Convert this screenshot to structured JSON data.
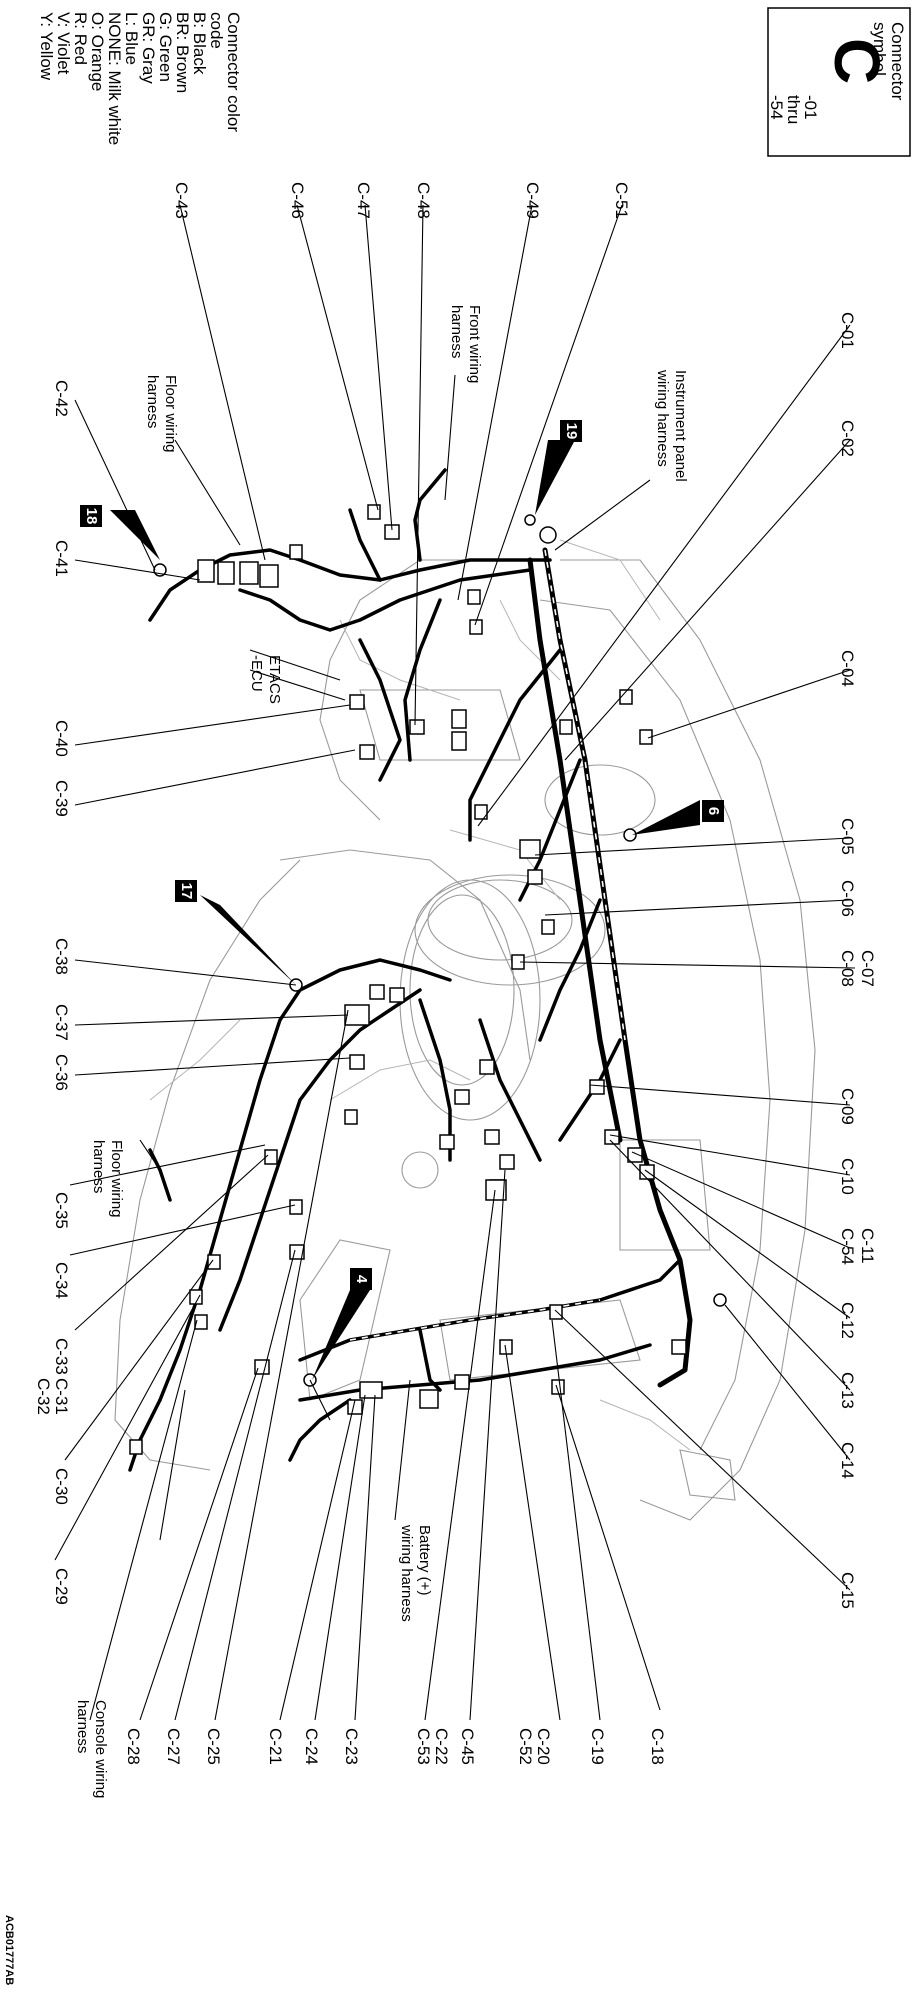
{
  "connector_symbol": {
    "title": "Connector symbol",
    "letter": "C",
    "range": "-01 thru -54"
  },
  "color_legend": {
    "title": "Connector color code",
    "items": [
      "B: Black",
      "BR: Brown",
      "G: Green",
      "GR: Gray",
      "L: Blue",
      "NONE: Milk white",
      "O: Orange",
      "R: Red",
      "V: Violet",
      "Y: Yellow"
    ]
  },
  "connectors": {
    "c01": "C-01",
    "c02": "C-02",
    "c04": "C-04",
    "c05": "C-05",
    "c06": "C-06",
    "c07": "C-07",
    "c08": "C-08",
    "c09": "C-09",
    "c10": "C-10",
    "c11": "C-11",
    "c54": "C-54",
    "c12": "C-12",
    "c13": "C-13",
    "c14": "C-14",
    "c15": "C-15",
    "c18": "C-18",
    "c19": "C-19",
    "c20": "C-20",
    "c52": "C-52",
    "c45": "C-45",
    "c22": "C-22",
    "c53": "C-53",
    "c23": "C-23",
    "c24": "C-24",
    "c21": "C-21",
    "c25": "C-25",
    "c27": "C-27",
    "c28": "C-28",
    "c29": "C-29",
    "c30": "C-30",
    "c31": "C-31",
    "c32": "C-32",
    "c33": "C-33",
    "c34": "C-34",
    "c35": "C-35",
    "c36": "C-36",
    "c37": "C-37",
    "c38": "C-38",
    "c39": "C-39",
    "c40": "C-40",
    "c41": "C-41",
    "c42": "C-42",
    "c43": "C-43",
    "c46": "C-46",
    "c47": "C-47",
    "c48": "C-48",
    "c49": "C-49",
    "c51": "C-51"
  },
  "harness_labels": {
    "instrument_panel": [
      "Instrument panel",
      "wiring harness"
    ],
    "front": [
      "Front wiring",
      "harness"
    ],
    "floor_top": [
      "Floor wiring",
      "harness"
    ],
    "etacs": [
      "ETACS",
      "-ECU"
    ],
    "floor_mid": [
      "Floor wiring",
      "harness"
    ],
    "battery": [
      "Battery (+)",
      "wiring harness"
    ],
    "console": [
      "Console wiring",
      "harness"
    ]
  },
  "badges": [
    "19",
    "18",
    "6",
    "17",
    "4"
  ],
  "figure_code": "ACB01777AB"
}
